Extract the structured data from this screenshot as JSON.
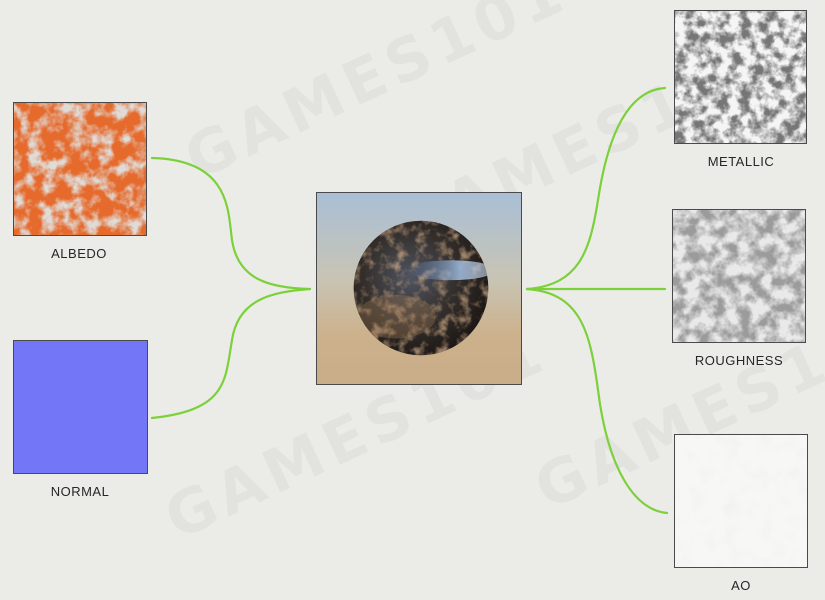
{
  "watermark": "GAMES101",
  "maps": {
    "albedo": {
      "label": "ALBEDO",
      "color": "#e66a2c"
    },
    "normal": {
      "label": "NORMAL",
      "color": "#7377f7"
    },
    "metallic": {
      "label": "METALLIC"
    },
    "roughness": {
      "label": "ROUGHNESS"
    },
    "ao": {
      "label": "AO"
    }
  },
  "connector_color": "#7cd13a"
}
